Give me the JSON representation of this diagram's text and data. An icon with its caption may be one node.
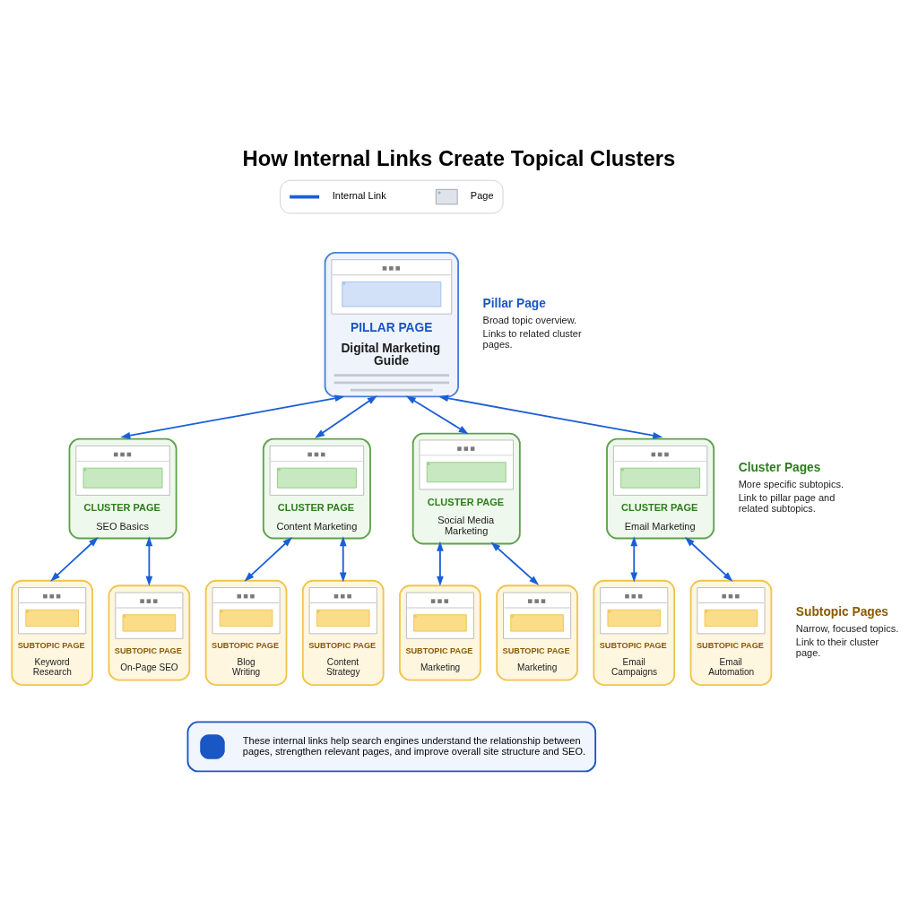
{
  "diagram": {
    "title": "How Internal Links Create Topical Clusters",
    "nodes": [
      {
        "text": [
          "PILLAR PAGE",
          "Digital Marketing Guide"
        ]
      },
      {
        "text": [
          "CLUSTER PAGE",
          "SEO Basics"
        ]
      },
      {
        "text": [
          "CLUSTER PAGE",
          "Content Marketing"
        ]
      },
      {
        "text": [
          "CLUSTER PAGE",
          "Social Media Marketing"
        ]
      },
      {
        "text": [
          "CLUSTER PAGE",
          "Email Marketing"
        ]
      },
      {
        "text": [
          "SUBTOPIC PAGE",
          "Keyword Research"
        ]
      },
      {
        "text": [
          "SUBTOPIC PAGE",
          "On-Page SEO"
        ]
      },
      {
        "text": [
          "SUBTOPIC PAGE",
          "Blog Writing"
        ]
      },
      {
        "text": [
          "SUBTOPIC PAGE",
          "Content Strategy"
        ]
      },
      {
        "text": [
          "SUBTOPIC PAGE",
          "Marketing"
        ]
      },
      {
        "text": [
          "SUBTOPIC PAGE",
          "Marketing"
        ]
      },
      {
        "text": [
          "SUBTOPIC PAGE",
          "Email Campaigns"
        ]
      },
      {
        "text": [
          "SUBTOPIC PAGE",
          "Email Automation"
        ]
      },
      {
        "text": [
          "These internal links help search engines understand the relationship between pages, strengthen relevant pages, and improve overall site structure and SEO."
        ]
      }
    ],
    "edges": [
      {
        "from": 0,
        "to": 1,
        "arrow": "both"
      },
      {
        "from": 0,
        "to": 2,
        "arrow": "both"
      },
      {
        "from": 0,
        "to": 3,
        "arrow": "both"
      },
      {
        "from": 0,
        "to": 4,
        "arrow": "both"
      },
      {
        "from": 1,
        "to": 5,
        "arrow": "both"
      },
      {
        "from": 1,
        "to": 6,
        "arrow": "both"
      },
      {
        "from": 2,
        "to": 7,
        "arrow": "both"
      },
      {
        "from": 2,
        "to": 8,
        "arrow": "both"
      },
      {
        "from": 3,
        "to": 9,
        "arrow": "both"
      },
      {
        "from": 3,
        "to": 10,
        "arrow": "both"
      },
      {
        "from": 4,
        "to": 11,
        "arrow": "both"
      },
      {
        "from": 4,
        "to": 12,
        "arrow": "both"
      }
    ],
    "labels": [
      "Pillar Page",
      "Broad topic overview.",
      "Links to related cluster pages.",
      "Cluster Pages",
      "More specific subtopics.",
      "Link to pillar page and related subtopics.",
      "Subtopic Pages",
      "Narrow, focused topics.",
      "Link to their cluster page."
    ],
    "legend": [
      {
        "text": "Internal Link"
      },
      {
        "text": "Page",
        "color": "#dfe3ec"
      }
    ]
  }
}
